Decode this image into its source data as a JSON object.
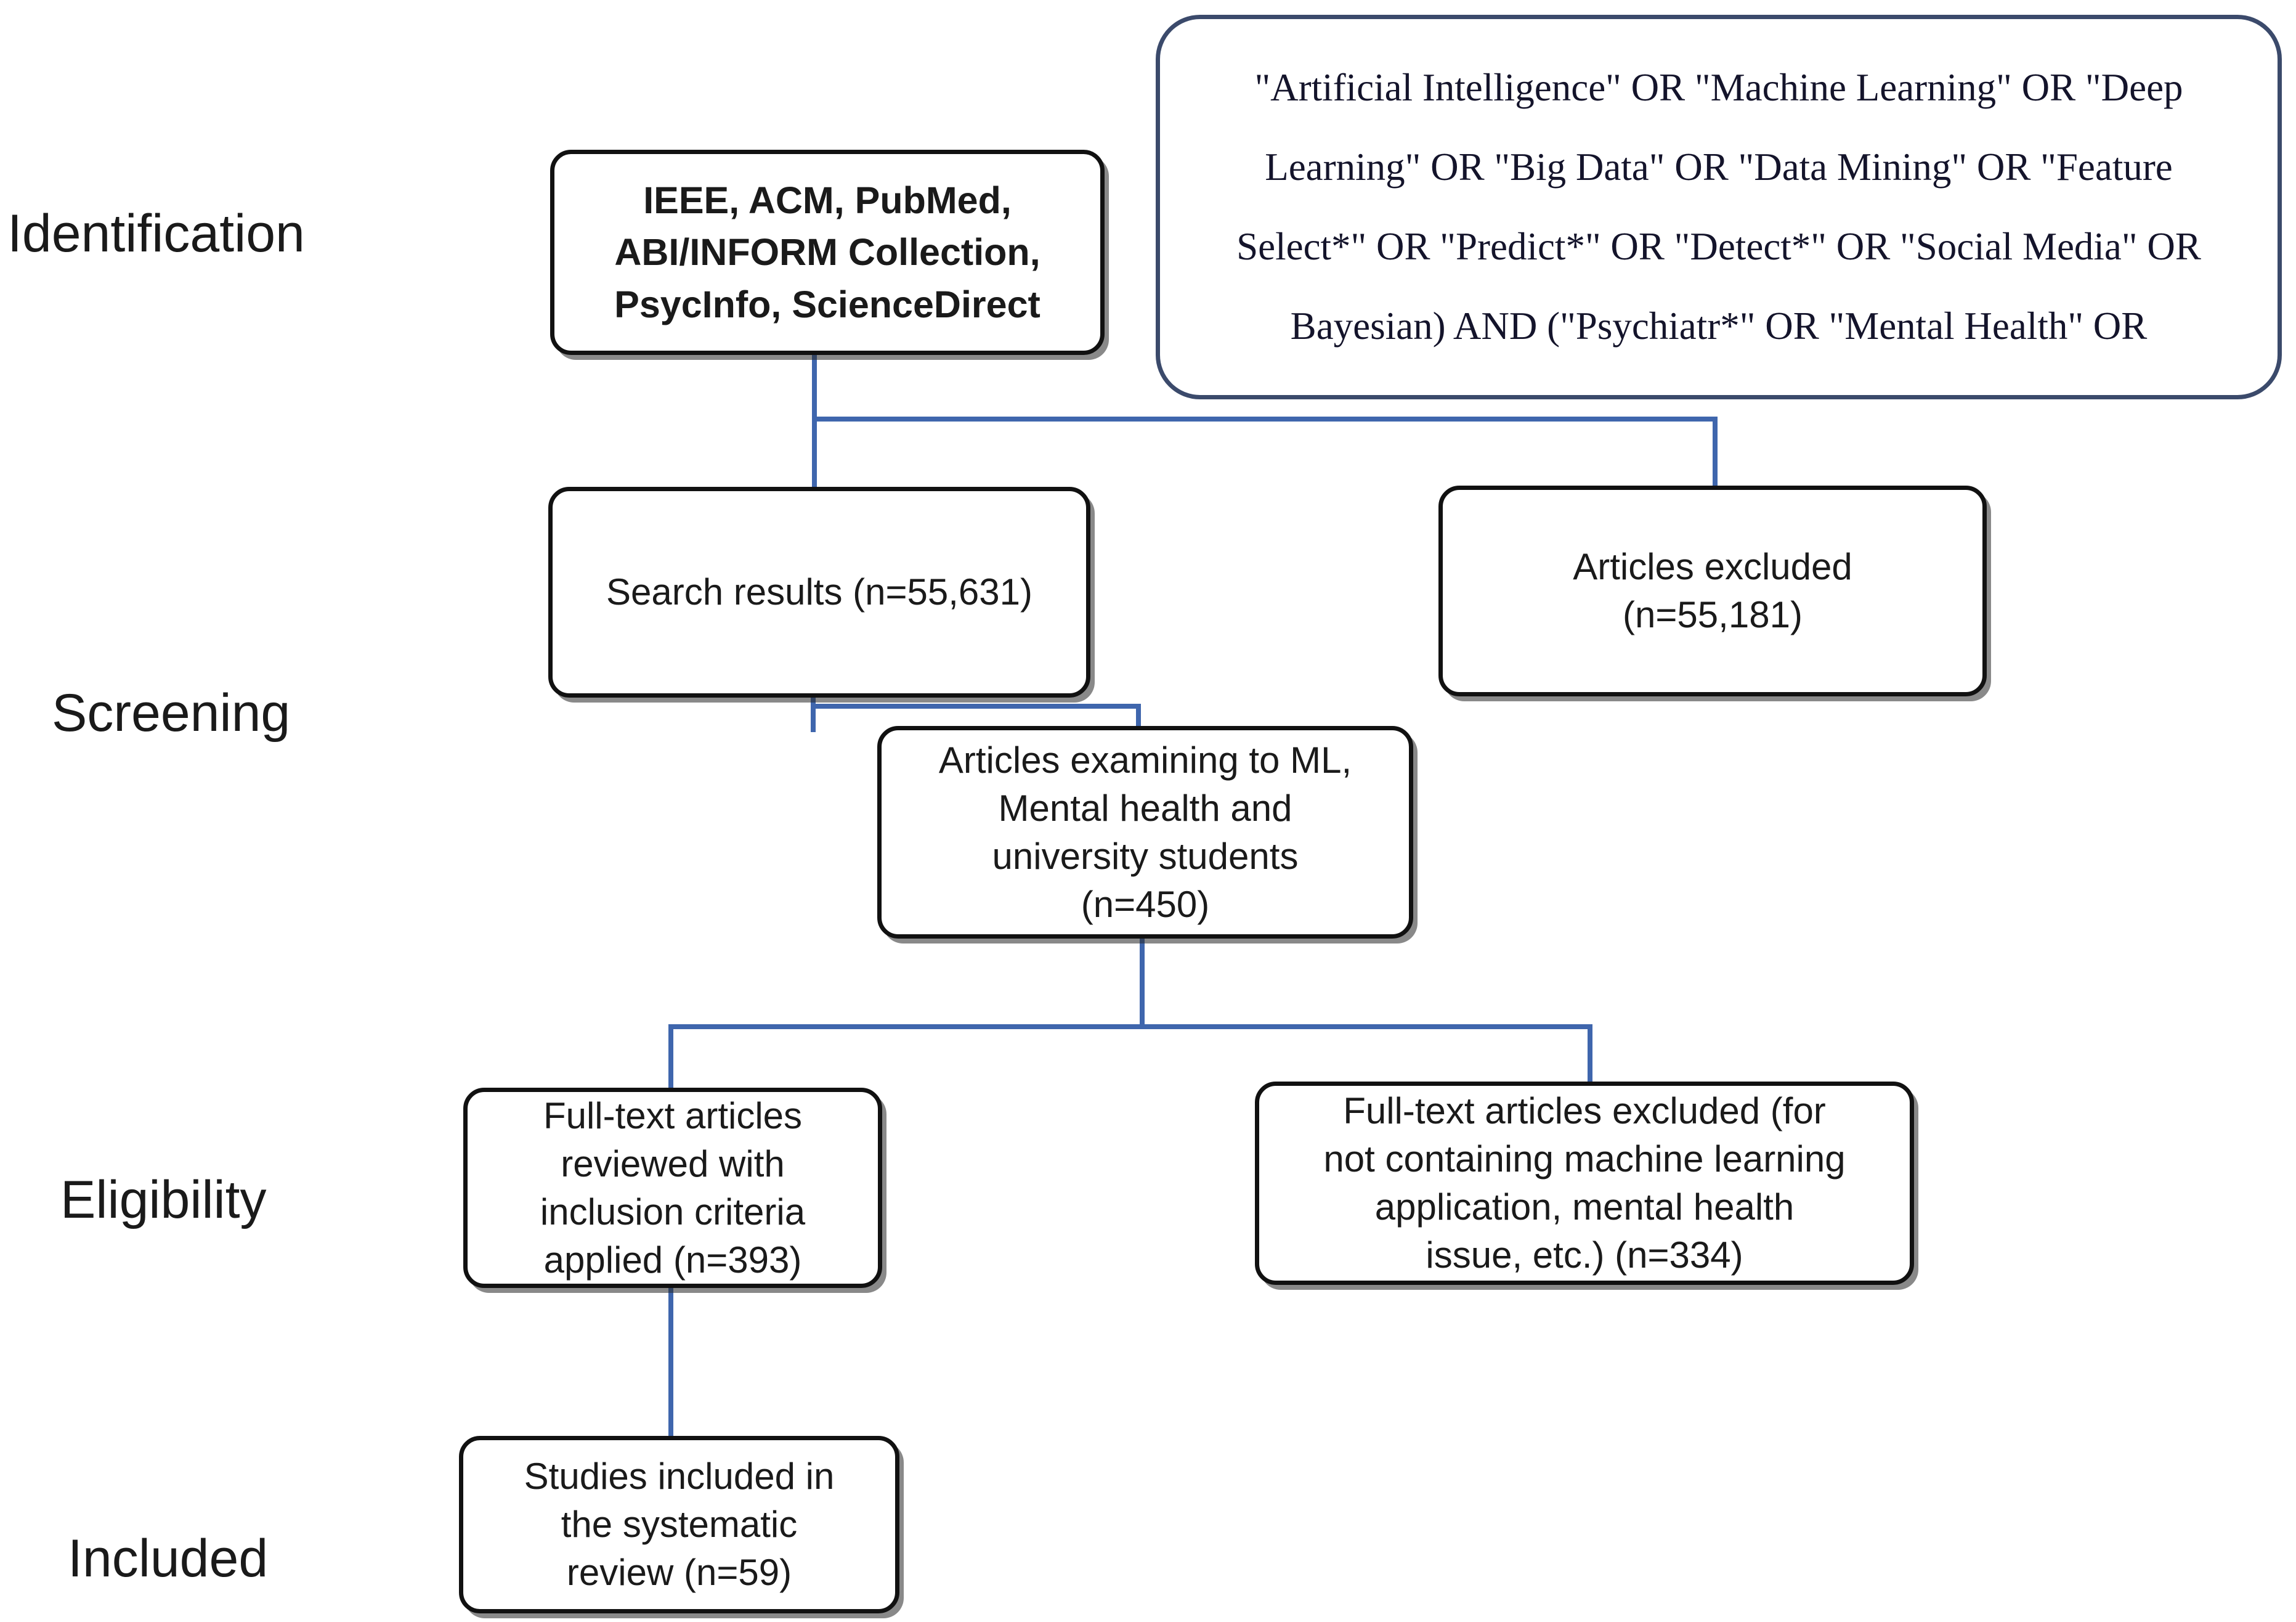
{
  "diagram": {
    "type": "prisma-flow-diagram",
    "accent_color": "#3f66ad",
    "box_border_color": "#111111",
    "query_box_border_color": "#3b4a6b",
    "stages": [
      {
        "id": "identification",
        "label": "Identification"
      },
      {
        "id": "screening",
        "label": "Screening"
      },
      {
        "id": "eligibility",
        "label": "Eligibility"
      },
      {
        "id": "included",
        "label": "Included"
      }
    ],
    "nodes": {
      "sources": {
        "text": "IEEE, ACM, PubMed,\nABI/INFORM Collection,\nPsycInfo, ScienceDirect"
      },
      "query": {
        "text": "\"Artificial Intelligence\" OR \"Machine Learning\" OR \"Deep\nLearning\" OR \"Big Data\" OR \"Data Mining\" OR \"Feature\nSelect*\" OR \"Predict*\" OR \"Detect*\" OR \"Social Media\" OR\nBayesian) AND (\"Psychiatr*\" OR \"Mental Health\" OR"
      },
      "search_results": {
        "text": "Search results (n=55,631)",
        "count": 55631
      },
      "articles_excluded": {
        "text": "Articles excluded\n(n=55,181)",
        "count": 55181
      },
      "articles_examining": {
        "text": "Articles examining to ML,\nMental health and\nuniversity students\n(n=450)",
        "count": 450
      },
      "fulltext_reviewed": {
        "text": "Full-text articles\nreviewed with\ninclusion criteria\napplied (n=393)",
        "count": 393
      },
      "fulltext_excluded": {
        "text": "Full-text articles excluded (for\nnot containing machine learning\napplication, mental health\nissue, etc.) (n=334)",
        "count": 334
      },
      "studies_included": {
        "text": "Studies included in\nthe systematic\nreview (n=59)",
        "count": 59
      }
    }
  }
}
